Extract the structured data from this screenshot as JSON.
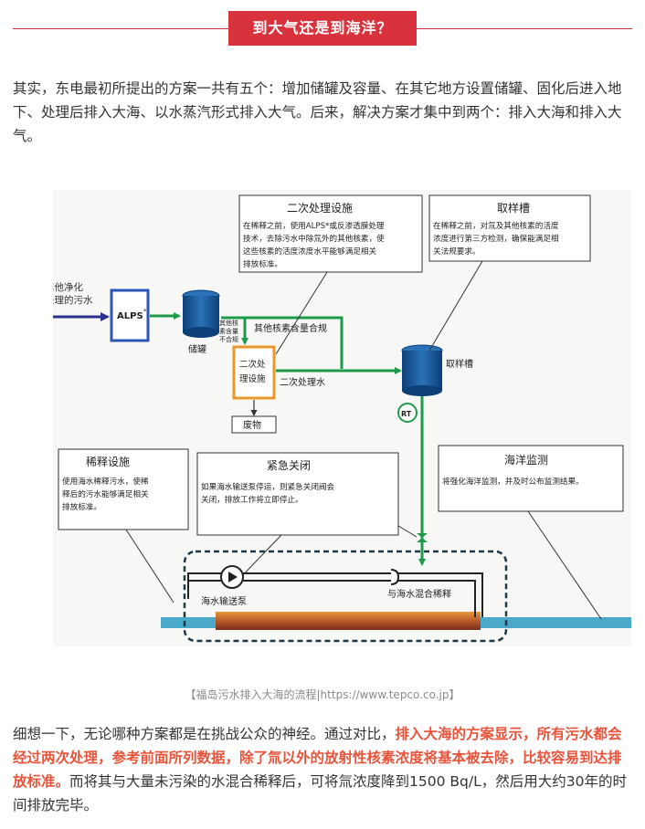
{
  "heading": "到大气还是到海洋？",
  "intro": "其实，东电最初所提出的方案一共有五个：增加储罐及容量、在其它地方设置储罐、固化后进入地下、处理后排入大海、以水蒸汽形式排入大气。后来，解决方案才集中到两个：排入大海和排入大气。",
  "diagram": {
    "inlet_label_1": "经过其他净化",
    "inlet_label_2": "设施处理的污水",
    "alps": "ALPS",
    "alps_mark": "*",
    "tank_label": "储罐",
    "secondary_box": {
      "title": "二次处理设施",
      "lines": [
        "在稀释之前，使用ALPS*或反渗透膜处理",
        "技术，去除污水中除氚外的其他核素，使",
        "这些核素的活度浓度水平能够满足相关",
        "排放标准。"
      ]
    },
    "sampling_box": {
      "title": "取样槽",
      "lines": [
        "在稀释之前，对氚及其他核素的活度",
        "浓度进行第三方检测，确保能满足相",
        "关法规要求。"
      ]
    },
    "nonconform_1": "其他核",
    "nonconform_2": "素含量",
    "nonconform_3": "不合规",
    "conform_label": "其他核素含量合规",
    "secondary_unit_1": "二次处",
    "secondary_unit_2": "理设施",
    "secondary_water": "二次处理水",
    "waste": "废物",
    "sampling_tank": "取样槽",
    "rt": "RT",
    "dilution_box": {
      "title": "稀释设施",
      "lines": [
        "使用海水稀释污水，使稀",
        "释后的污水能够满足相关",
        "排放标准。"
      ]
    },
    "emergency_box": {
      "title": "紧急关闭",
      "lines": [
        "如果海水输送泵停运，则紧急关闭阀会",
        "关闭，排放工作将立即停止。"
      ]
    },
    "monitor_box": {
      "title": "海洋监测",
      "lines": [
        "将强化海洋监测，并及时公布监测结果。"
      ]
    },
    "pump_label": "海水输送泵",
    "mix_label": "与海水混合稀释"
  },
  "caption": "【福岛污水排入大海的流程|https://www.tepco.co.jp】",
  "conclusion": {
    "part1": "细想一下，无论哪种方案都是在挑战公众的神经。通过对比，",
    "highlight": "排入大海的方案显示，所有污水都会经过两次处理，参考前面所列数据，除了氚以外的放射性核素浓度将基本被去除，比较容易到达排放标准。",
    "part2": "而将其与大量未污染的水混合稀释后，可将氚浓度降到1500 Bq/L，然后用大约30年的时间排放完毕。"
  }
}
